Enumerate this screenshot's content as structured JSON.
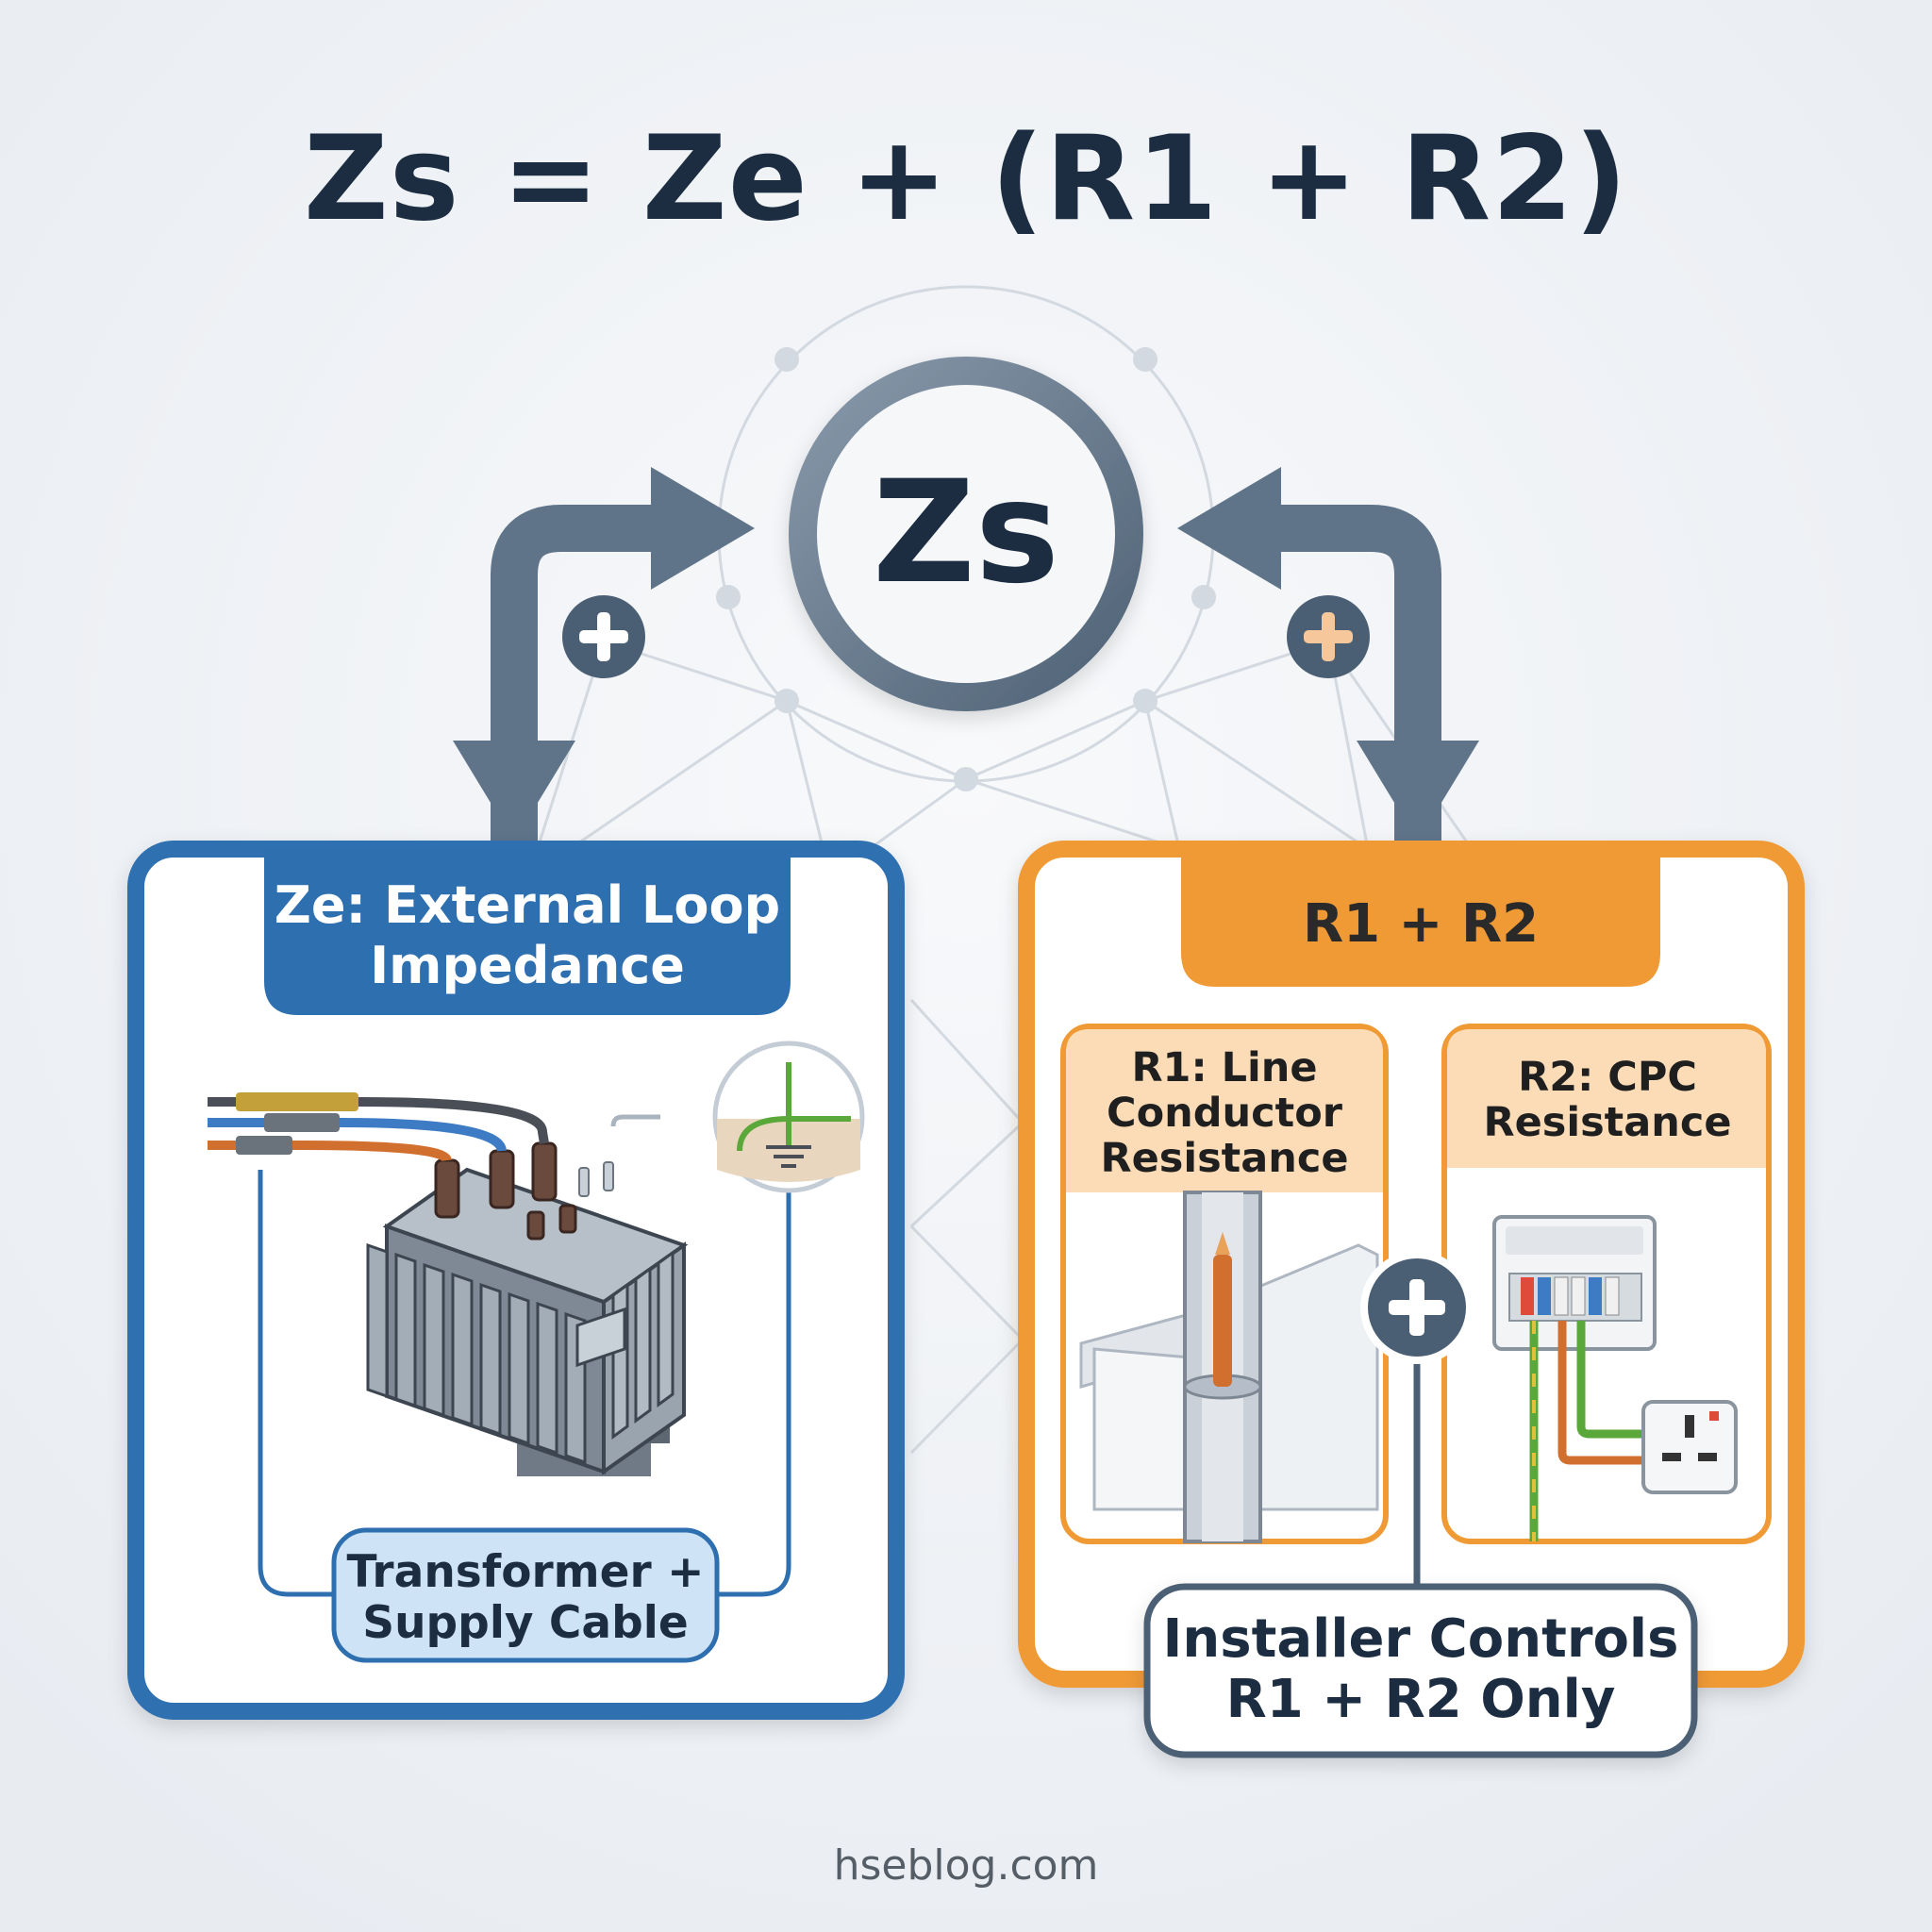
{
  "formula": "Zs = Ze + (R1 + R2)",
  "center": {
    "label": "Zs"
  },
  "ze_panel": {
    "title": "Ze: External Loop Impedance",
    "component_label": "Transformer + Supply Cable"
  },
  "r_panel": {
    "title": "R1 + R2",
    "r1_title": "R1: Line Conductor Resistance",
    "r2_title": "R2: CPC Resistance",
    "note": "Installer Controls R1 + R2 Only"
  },
  "footer": "hseblog.com",
  "colors": {
    "background": "#eef1f5",
    "text_dark": "#1c2d42",
    "arrow_slate": "#5f7489",
    "ze_blue": "#2e6fb0",
    "ze_label_bg": "#cfe3f6",
    "r_orange": "#ef9a35",
    "r_sub_bg": "#fbdcb7",
    "earth_green": "#5aa83a",
    "copper": "#d1702e"
  },
  "icons": [
    "plus-icon",
    "earth-symbol-icon",
    "transformer-icon",
    "cable-icon",
    "consumer-unit-icon",
    "socket-icon"
  ]
}
